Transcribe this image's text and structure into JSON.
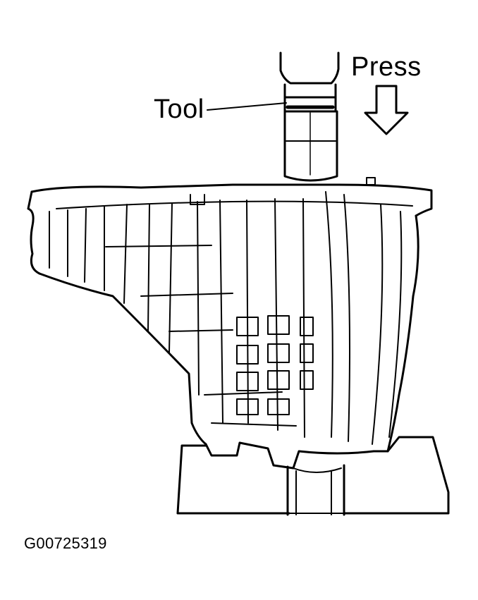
{
  "labels": {
    "press": "Press",
    "tool": "Tool"
  },
  "figure_id": "G00725319",
  "colors": {
    "ink": "#000000",
    "paper": "#ffffff"
  },
  "icons": {
    "press-direction": "arrow-down-icon"
  }
}
